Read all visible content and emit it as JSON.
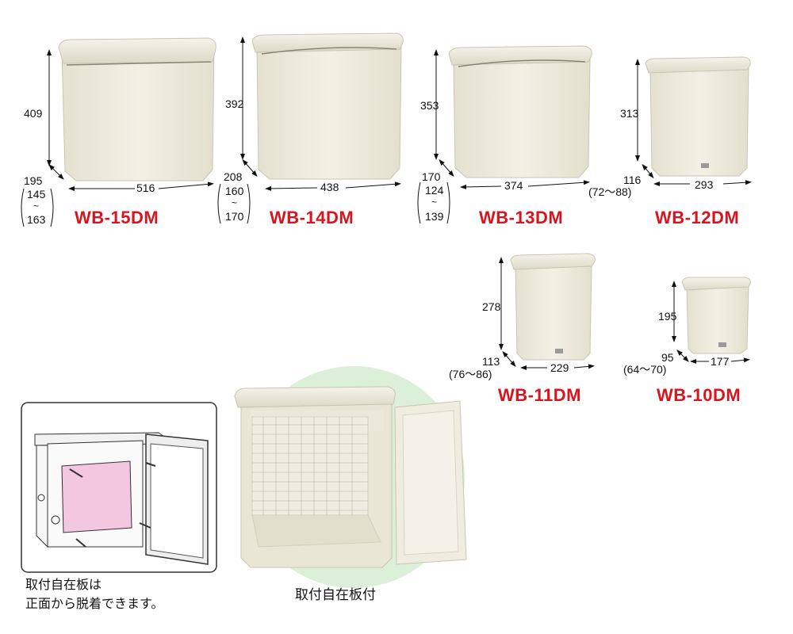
{
  "products": [
    {
      "model": "WB-15DM",
      "height": "409",
      "depth": "195",
      "depth_range": [
        "145",
        "~",
        "163"
      ],
      "width": "516"
    },
    {
      "model": "WB-14DM",
      "height": "392",
      "depth": "208",
      "depth_range": [
        "160",
        "~",
        "170"
      ],
      "width": "438"
    },
    {
      "model": "WB-13DM",
      "height": "353",
      "depth": "170",
      "depth_range": [
        "124",
        "~",
        "139"
      ],
      "width": "374"
    },
    {
      "model": "WB-12DM",
      "height": "313",
      "depth": "116",
      "depth_range_inline": "(72～88)",
      "width": "293"
    },
    {
      "model": "WB-11DM",
      "height": "278",
      "depth": "113",
      "depth_range_inline": "(76～86)",
      "width": "229"
    },
    {
      "model": "WB-10DM",
      "height": "195",
      "depth": "95",
      "depth_range_inline": "(64～70)",
      "width": "177"
    }
  ],
  "inset_caption": [
    "取付自在板は",
    "正面から脱着できます。"
  ],
  "photo_caption": "取付自在板付",
  "colors": {
    "model_red": "#d9141e",
    "box_ivory": "#f1efe2",
    "circle_green": "#dcefd8",
    "panel_pink": "#f3c7df"
  }
}
